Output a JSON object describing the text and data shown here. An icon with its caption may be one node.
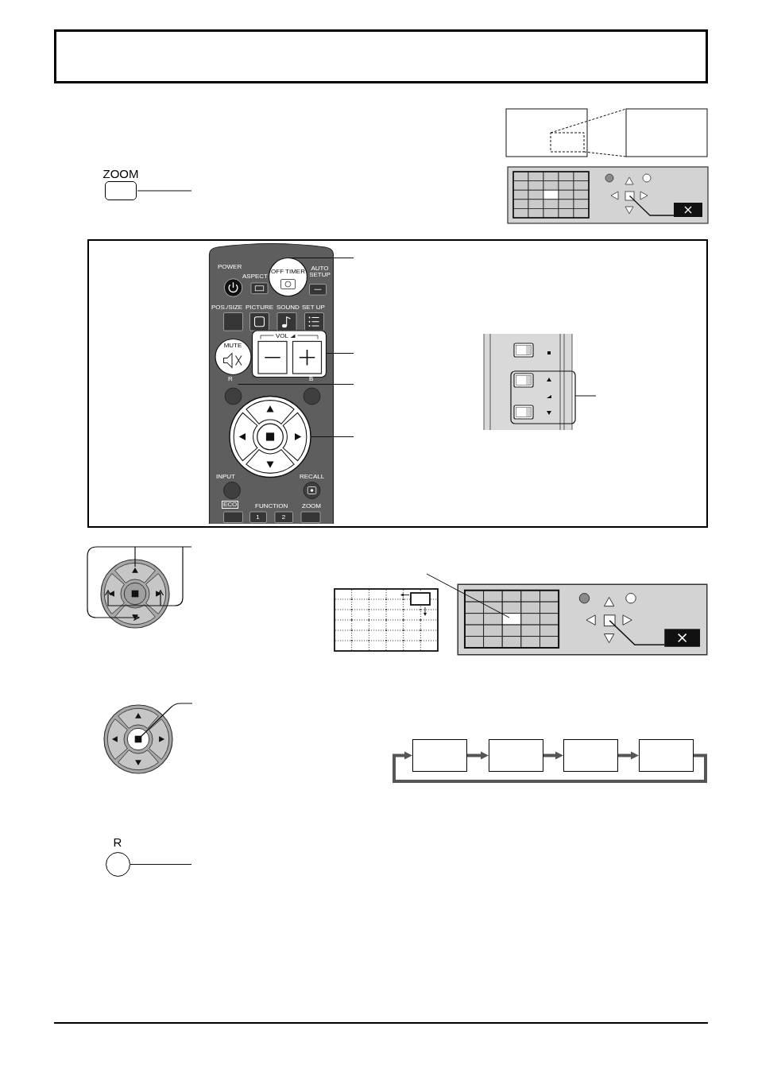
{
  "diagram": {
    "nodes": [
      {
        "text": [
          "ZOOM"
        ]
      },
      {
        "text": [],
        "shape": "box"
      },
      {
        "text": [],
        "shape": "box"
      },
      {
        "text": [],
        "shape": "box"
      },
      {
        "text": [],
        "shape": "box"
      },
      {
        "text": [
          "R"
        ]
      }
    ],
    "edges": [
      {
        "from": 0,
        "to": null,
        "arrow": "none",
        "color": "#111111"
      },
      {
        "from": 1,
        "to": 2,
        "arrow": "to"
      },
      {
        "from": 2,
        "to": 3,
        "arrow": "to"
      },
      {
        "from": 3,
        "to": 4,
        "arrow": "to"
      },
      {
        "from": 4,
        "to": 1,
        "arrow": "to"
      },
      {
        "from": 5,
        "to": null,
        "arrow": "none",
        "color": "#111111"
      }
    ],
    "labels": [
      "POWER",
      "ASPECT",
      "OFF TIMER",
      "AUTO SETUP",
      "POS./SIZE",
      "PICTURE",
      "SOUND",
      "SET UP",
      "MUTE",
      "VOL",
      "R",
      "B",
      "INPUT",
      "RECALL",
      "ECO",
      "FUNCTION",
      "1",
      "2",
      "ZOOM"
    ]
  }
}
